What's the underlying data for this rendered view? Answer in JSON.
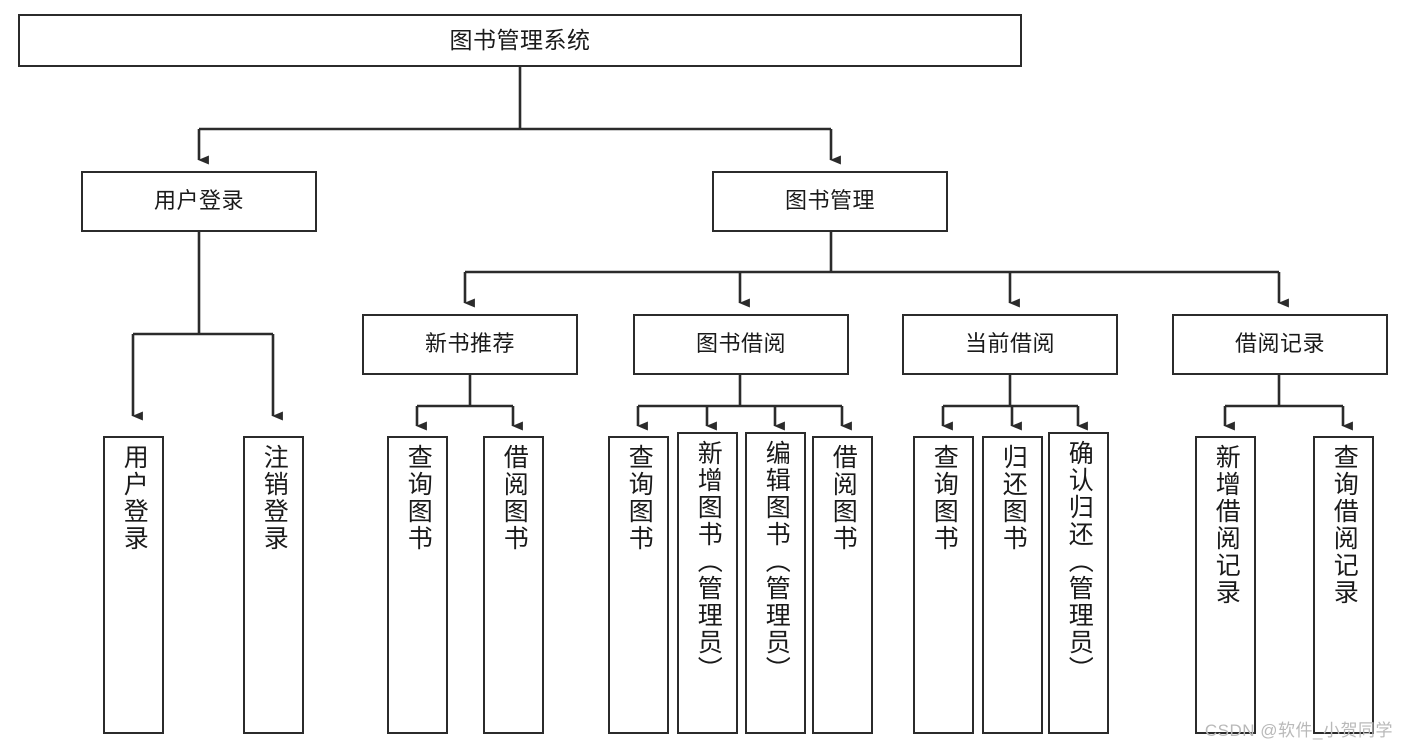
{
  "diagram": {
    "type": "hierarchy-tree",
    "title": "图书管理系统",
    "root": {
      "label": "图书管理系统"
    },
    "level2": [
      {
        "label": "用户登录"
      },
      {
        "label": "图书管理"
      }
    ],
    "level3": [
      {
        "label": "新书推荐"
      },
      {
        "label": "图书借阅"
      },
      {
        "label": "当前借阅"
      },
      {
        "label": "借阅记录"
      }
    ],
    "leaves": [
      {
        "label": "用户登录"
      },
      {
        "label": "注销登录"
      },
      {
        "label": "查询图书"
      },
      {
        "label": "借阅图书"
      },
      {
        "label": "查询图书"
      },
      {
        "label": "新增图书（管理员）"
      },
      {
        "label": "编辑图书（管理员）"
      },
      {
        "label": "借阅图书"
      },
      {
        "label": "查询图书"
      },
      {
        "label": "归还图书"
      },
      {
        "label": "确认归还（管理员）"
      },
      {
        "label": "新增借阅记录"
      },
      {
        "label": "查询借阅记录"
      }
    ]
  },
  "watermark": {
    "text": "CSDN @软件_小贺同学"
  },
  "colors": {
    "stroke": "#2b2b2b",
    "background": "#ffffff",
    "text": "#1a1a1a",
    "watermark": "#b9b9b9"
  }
}
